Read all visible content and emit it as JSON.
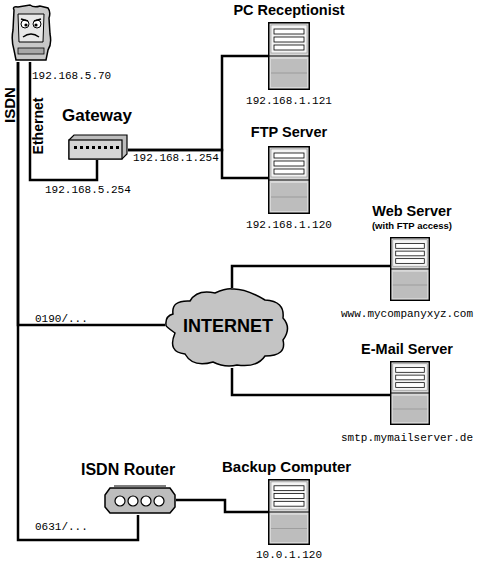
{
  "diagram": {
    "nodes": [
      {
        "text": [
          "192.168.5.70"
        ]
      },
      {
        "text": [
          "PC Receptionist",
          "192.168.1.121"
        ]
      },
      {
        "text": [
          "Gateway"
        ]
      },
      {
        "text": [
          "FTP Server",
          "192.168.1.120"
        ]
      },
      {
        "text": [
          "Web Server",
          "(with FTP access)",
          "www.mycompanyxyz.com"
        ]
      },
      {
        "text": [
          "INTERNET"
        ]
      },
      {
        "text": [
          "E-Mail Server",
          "smtp.mymailserver.de"
        ]
      },
      {
        "text": [
          "ISDN Router"
        ]
      },
      {
        "text": [
          "Backup Computer",
          "10.0.1.120"
        ]
      }
    ],
    "edges": [
      {
        "from": 0,
        "to": 2,
        "arrow": "none",
        "label": "Ethernet"
      },
      {
        "from": 2,
        "to": 1,
        "arrow": "none"
      },
      {
        "from": 2,
        "to": 3,
        "arrow": "none"
      },
      {
        "from": 0,
        "to": 5,
        "arrow": "none",
        "label": "0190/..."
      },
      {
        "from": 0,
        "to": 7,
        "arrow": "none",
        "label": "0631/..."
      },
      {
        "from": 5,
        "to": 4,
        "arrow": "none"
      },
      {
        "from": 5,
        "to": 6,
        "arrow": "none"
      },
      {
        "from": 7,
        "to": 8,
        "arrow": "none"
      }
    ],
    "labels": [
      "ISDN",
      "192.168.1.254",
      "192.168.5.254"
    ]
  }
}
